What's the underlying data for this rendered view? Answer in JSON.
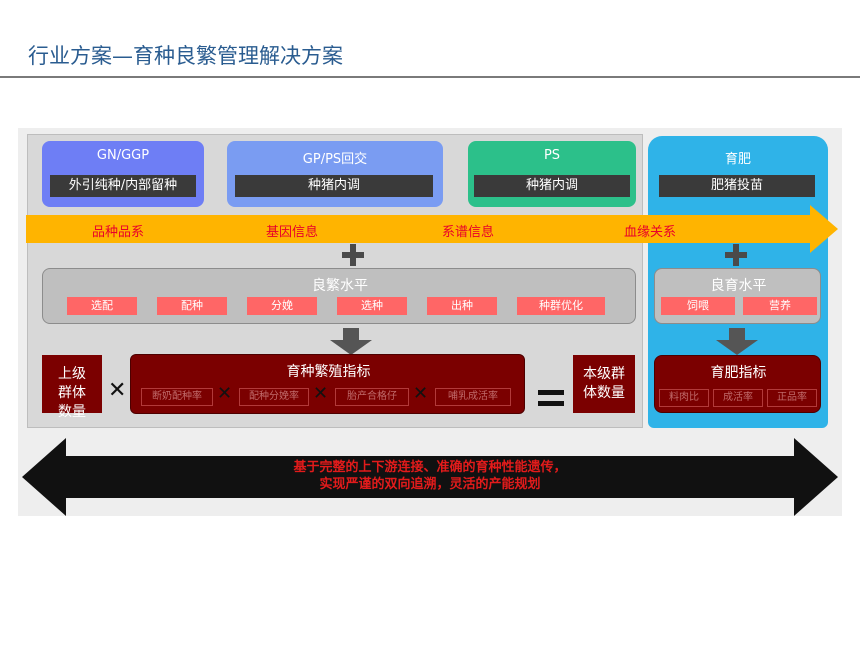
{
  "page_title": "行业方案—育种良繁管理解决方案",
  "stages": [
    {
      "name": "GN/GGP",
      "task": "外引纯种/内部留种",
      "color": "#6e7ef5"
    },
    {
      "name": "GP/PS回交",
      "task": "种猪内调",
      "color": "#7a9cf2"
    },
    {
      "name": "PS",
      "task": "种猪内调",
      "color": "#2cc08a"
    },
    {
      "name": "育肥",
      "task": "肥猪投苗",
      "color": "#2fb3e8"
    }
  ],
  "info_band": {
    "labels": [
      "品种品系",
      "基因信息",
      "系谱信息",
      "血缘关系"
    ],
    "color": "#ffb400"
  },
  "breeding_level": {
    "title": "良繁水平",
    "items": [
      "选配",
      "配种",
      "分娩",
      "选种",
      "出种",
      "种群优化"
    ]
  },
  "fattening_level": {
    "title": "良育水平",
    "items": [
      "饲喂",
      "营养"
    ]
  },
  "breeding_indicators": {
    "title": "育种繁殖指标",
    "metrics": [
      "断奶配种率",
      "配种分娩率",
      "胎产合格仔",
      "哺乳成活率"
    ]
  },
  "fattening_indicators": {
    "title": "育肥指标",
    "metrics": [
      "料肉比",
      "成活率",
      "正品率"
    ]
  },
  "upper_count": "上级群体数量",
  "current_count": "本级群体数量",
  "operators": {
    "times": "✕",
    "equals": "="
  },
  "summary": {
    "line1": "基于完整的上下游连接、准确的育种性能遗传，",
    "line2": "实现严谨的双向追溯，灵活的产能规划"
  },
  "colors": {
    "title": "#2a5c90",
    "dark_red": "#7b0000",
    "chip": "#ff6666",
    "band_text": "#e8002a",
    "caption": "#e21b1b"
  }
}
